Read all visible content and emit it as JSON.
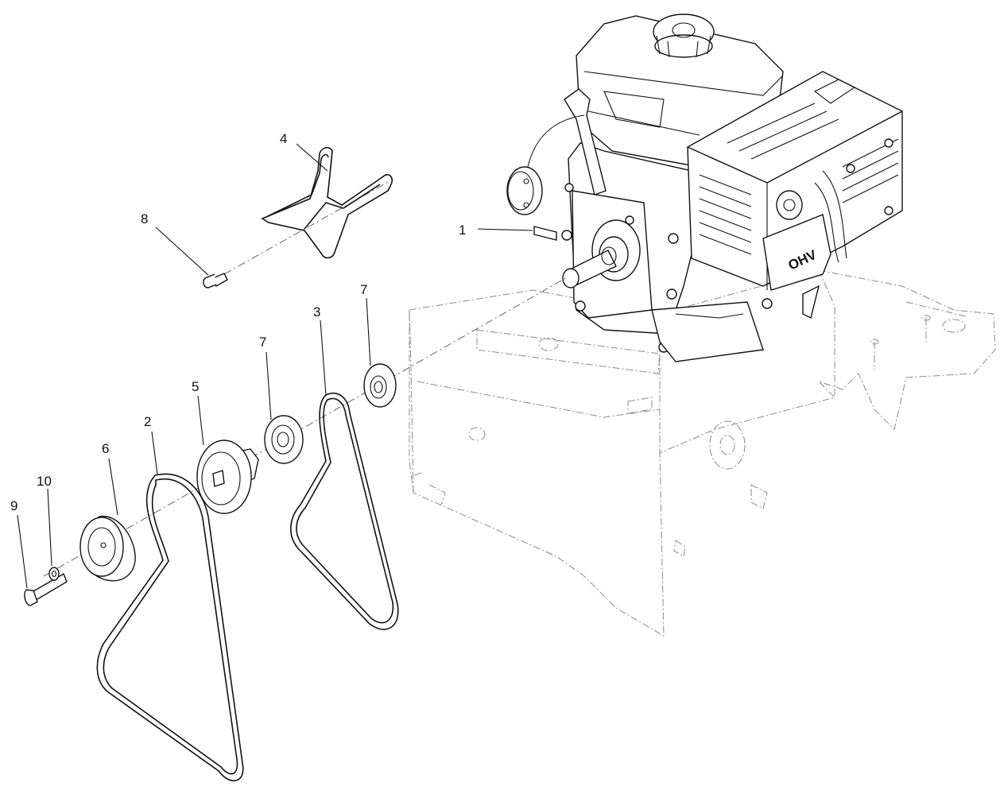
{
  "callouts": [
    {
      "id": "c1",
      "text": "1"
    },
    {
      "id": "c2",
      "text": "2"
    },
    {
      "id": "c3",
      "text": "3"
    },
    {
      "id": "c4",
      "text": "4"
    },
    {
      "id": "c5",
      "text": "5"
    },
    {
      "id": "c6",
      "text": "6"
    },
    {
      "id": "c7a",
      "text": "7"
    },
    {
      "id": "c7b",
      "text": "7"
    },
    {
      "id": "c8",
      "text": "8"
    },
    {
      "id": "c9",
      "text": "9"
    },
    {
      "id": "c10",
      "text": "10"
    }
  ],
  "engine_badge": "OHV"
}
